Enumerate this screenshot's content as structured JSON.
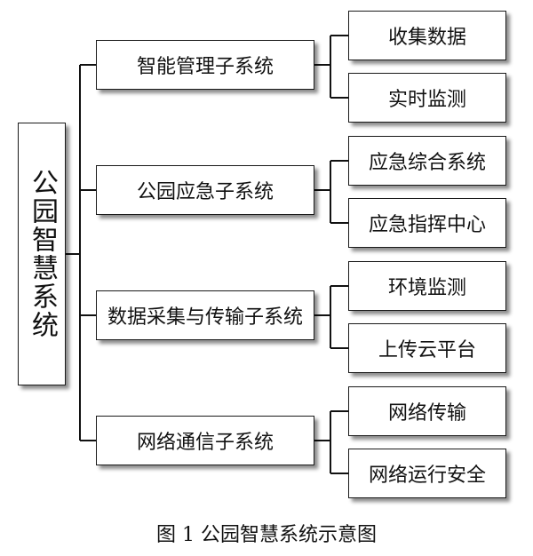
{
  "diagram": {
    "root": {
      "label": "公园智慧系统"
    },
    "subsystems": [
      {
        "label": "智能管理子系统",
        "children": [
          "收集数据",
          "实时监测"
        ]
      },
      {
        "label": "公园应急子系统",
        "children": [
          "应急综合系统",
          "应急指挥中心"
        ]
      },
      {
        "label": "数据采集与传输子系统",
        "children": [
          "环境监测",
          "上传云平台"
        ]
      },
      {
        "label": "网络通信子系统",
        "children": [
          "网络传输",
          "网络运行安全"
        ]
      }
    ]
  },
  "caption": "图 1  公园智慧系统示意图"
}
